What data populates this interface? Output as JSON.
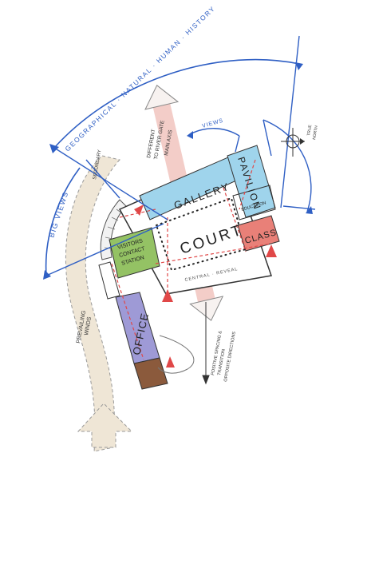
{
  "labels": {
    "arc_top": "GEOGRAPHICAL · NATURAL · HUMAN · HISTORY",
    "big_views": "BIG VIEWS",
    "views_small": "VIEWS",
    "main_axis": "MAIN AXIS",
    "secondary_axis": "SECONDARY",
    "river_axis_1": "DIFFERENT",
    "river_axis_2": "TO RIVER GATE",
    "prevailing_winds_1": "PREVAILING",
    "prevailing_winds_2": "WINDS",
    "gallery": "GALLERY",
    "pavilion": "PAVILION",
    "court": "COURT",
    "class": "CLASS",
    "education": "EDUCATION",
    "visitors_1": "VISITORS",
    "visitors_2": "CONTACT",
    "visitors_3": "STATION",
    "office": "OFFICE",
    "central_reveal": "CENTRAL · REVEAL",
    "note_1": "POSITIVE SPACING &",
    "note_2": "TRANSITION",
    "note_3": "OPPOSITE DIRECTIONS",
    "north_1": "TRUE",
    "north_2": "NORTH"
  },
  "colors": {
    "ink": "#2b2b2b",
    "blue_arrow": "#2f5fc4",
    "gallery_fill": "#9fd4ec",
    "class_fill": "#e98078",
    "visitors_fill": "#94c264",
    "office_fill": "#9e9ad6",
    "brown_fill": "#8b5a3c",
    "pink_axis": "#efbcb6",
    "red_arrow": "#e04848",
    "path_fill": "#efe6d6"
  }
}
